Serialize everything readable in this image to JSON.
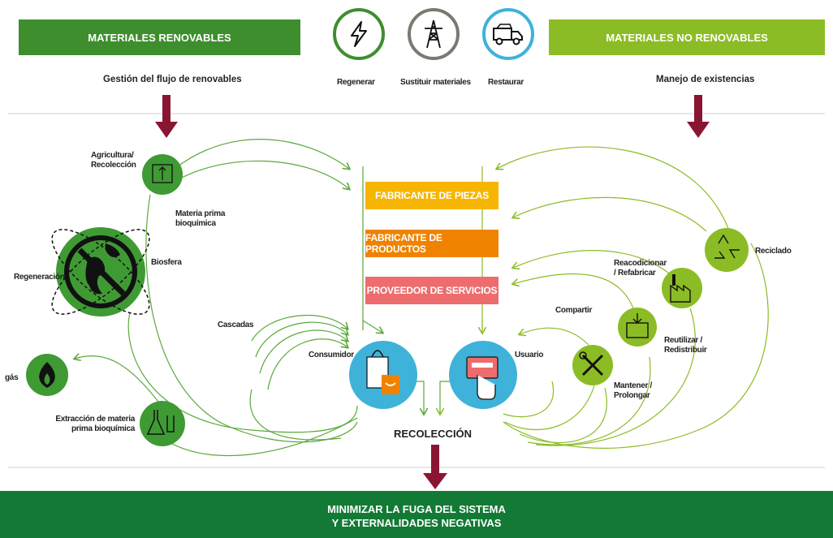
{
  "colors": {
    "green_dark": "#3e8e2e",
    "green_light": "#8cbc25",
    "bottom_green": "#137a36",
    "yellow": "#f6b500",
    "orange": "#ef8300",
    "pink": "#ee6c6d",
    "blue": "#3fb2d9",
    "maroon": "#8a1532",
    "circle_green": "#3f9a33",
    "circle_light": "#7fb342"
  },
  "header": {
    "left_banner": "MATERIALES RENOVABLES",
    "right_banner": "MATERIALES NO RENOVABLES",
    "left_subtitle": "Gestión del flujo de renovables",
    "right_subtitle": "Manejo de existencias",
    "icons": [
      {
        "icon": "lightning-icon",
        "label": "Regenerar"
      },
      {
        "icon": "power-tower-icon",
        "label": "Sustituir materiales"
      },
      {
        "icon": "truck-icon",
        "label": "Restaurar"
      }
    ]
  },
  "center": {
    "boxes": [
      "FABRICANTE DE PIEZAS",
      "FABRICANTE DE PRODUCTOS",
      "PROVEEDOR DE SERVICIOS"
    ],
    "consumer_label": "Consumidor",
    "user_label": "Usuario",
    "collection_label": "RECOLECCIÓN"
  },
  "left_cycle": {
    "agricultura": "Agricultura/\nRecolección",
    "materia_prima": "Materia prima\nbioquímica",
    "biosfera": "Biosfera",
    "regeneracion": "Regeneración",
    "cascadas": "Cascadas",
    "biogas": "gás",
    "extraccion": "Extracción de materia\nprima bioquímica"
  },
  "right_cycle": {
    "reciclado": "Reciclado",
    "reacondicionar": "Reacodicionar\n/ Refabricar",
    "reutilizar": "Reutilizar /\nRedistribuir",
    "compartir": "Compartir",
    "mantener": "Mantener /\nProlongar"
  },
  "footer": {
    "line1": "MINIMIZAR LA FUGA DEL SISTEMA",
    "line2": "Y EXTERNALIDADES NEGATIVAS"
  }
}
